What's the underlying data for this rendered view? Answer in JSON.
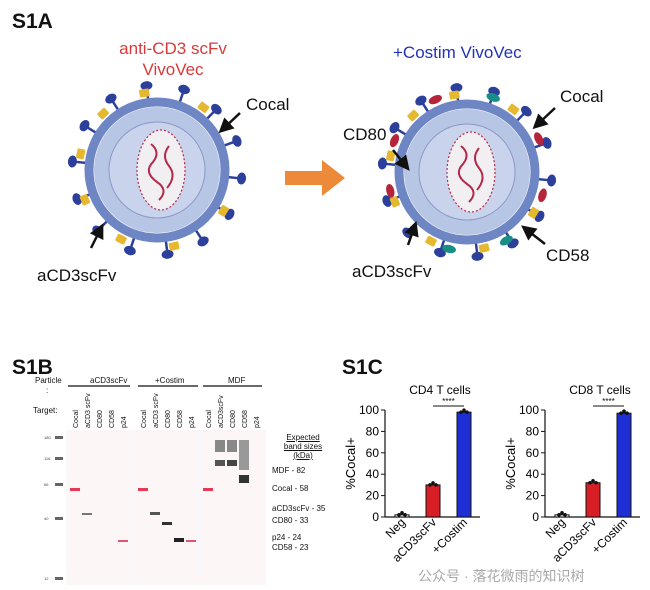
{
  "panelA": {
    "label": "S1A",
    "left_title": [
      "anti-CD3 scFv",
      "VivoVec"
    ],
    "right_title": "+Costim VivoVec",
    "left_labels": {
      "cocal": "Cocal",
      "acd3": "aCD3scFv"
    },
    "right_labels": {
      "cd80": "CD80",
      "cocal": "Cocal",
      "cd58": "CD58",
      "acd3": "aCD3scFv"
    },
    "colors": {
      "membrane": "#6f86c4",
      "core": "#b8c6e6",
      "nucleus": "#f2eff3",
      "rna": "#b22b4a",
      "spike": "#2c3f9a",
      "scfv": "#e6b830",
      "cd80": "#b5243a",
      "cd58": "#178f86",
      "arrow": "#ec8a3a"
    }
  },
  "panelB": {
    "label": "S1B",
    "particle_label": "Particle",
    "particle_colon": ":",
    "target_label": "Target:",
    "groups": [
      "aCD3scFv",
      "+Costim",
      "MDF"
    ],
    "lane_labels": [
      [
        "Cocal",
        "aCD3 scFv",
        "CD80",
        "CD58",
        "p24"
      ],
      [
        "Cocal",
        "aCD3 scFv",
        "CD80",
        "CD58",
        "p24"
      ],
      [
        "Cocal",
        "aCD3scFv",
        "CD80",
        "CD58",
        "p24"
      ]
    ],
    "ladder": [
      "180",
      "116",
      "66",
      "40",
      "12"
    ],
    "expected_title": [
      "Expected",
      "band sizes",
      "(kDa)"
    ],
    "expected_sizes": [
      "MDF - 82",
      "Cocal - 58",
      "aCD3scFv - 35",
      "CD80 - 33",
      "p24 - 24",
      "CD58 - 23"
    ]
  },
  "panelC": {
    "label": "S1C",
    "chart_data": [
      {
        "type": "bar",
        "title": "CD4 T cells",
        "ylabel": "%Cocal+",
        "categories": [
          "Neg",
          "aCD3scFv",
          "+Costim"
        ],
        "values": [
          2,
          30,
          98
        ],
        "ylim": [
          0,
          100
        ],
        "yticks": [
          "0",
          "20",
          "40",
          "60",
          "80",
          "100"
        ],
        "bar_colors": [
          "#ffffff",
          "#d81f26",
          "#1f2fd6"
        ],
        "significance": "****"
      },
      {
        "type": "bar",
        "title": "CD8 T cells",
        "ylabel": "%Cocal+",
        "categories": [
          "Neg",
          "aCD3scFv",
          "+Costim"
        ],
        "values": [
          2,
          32,
          97
        ],
        "ylim": [
          0,
          100
        ],
        "yticks": [
          "0",
          "20",
          "40",
          "60",
          "80",
          "100"
        ],
        "bar_colors": [
          "#ffffff",
          "#d81f26",
          "#1f2fd6"
        ],
        "significance": "****"
      }
    ]
  },
  "watermark": "公众号 · 落花微雨的知识树"
}
